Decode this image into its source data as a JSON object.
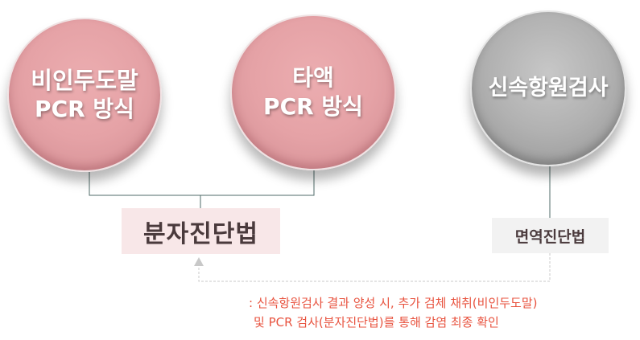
{
  "methods": {
    "nasal": {
      "line1": "비인두도말",
      "line2": "PCR 방식"
    },
    "saliva": {
      "line1": "타액",
      "line2": "PCR 방식"
    },
    "rapid": {
      "line1": "신속항원검사"
    }
  },
  "categories": {
    "molecular": "분자진단법",
    "immune": "면역진단법"
  },
  "note": {
    "line1": ": 신속항원검사 결과 양성 시, 추가 검체 채취(비인두도말)",
    "line2": "및 PCR 검사(분자진단법)를 통해 감염 최종 확인"
  },
  "colors": {
    "pink_circle": "#e5a2a6",
    "gray_circle": "#b1b1b1",
    "molecular_box": "#f8e7e8",
    "immune_box": "#f2f2f2",
    "connector": "#4f6b68",
    "dashed": "#c8c8c8",
    "note_text": "#e8533f"
  }
}
